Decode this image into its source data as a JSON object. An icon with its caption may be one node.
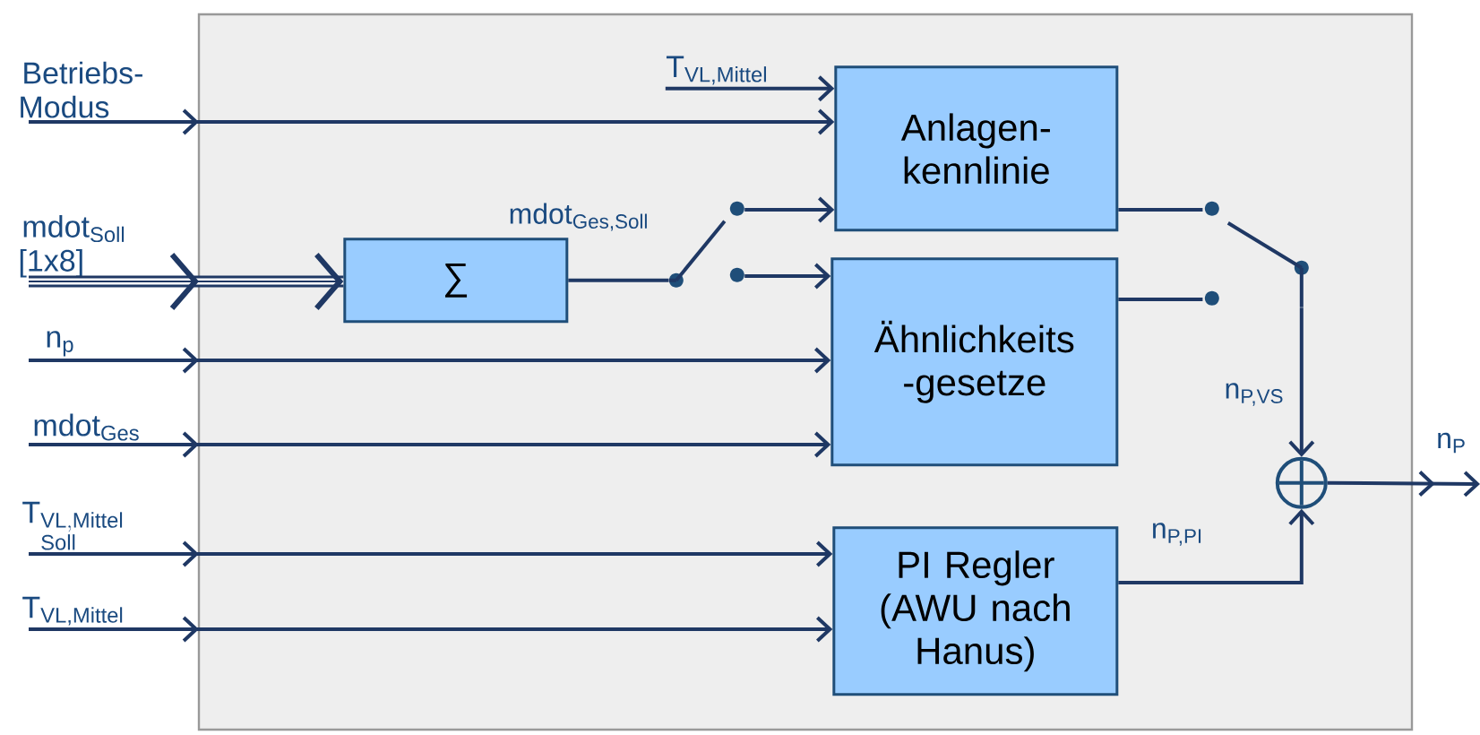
{
  "diagram": {
    "nodes": [
      {
        "text": [],
        "shape": "box"
      },
      {
        "text": [
          "Betriebs- Modus"
        ]
      },
      {
        "text": [
          "mdot$_{Soll}$ [1x8]"
        ]
      },
      {
        "text": [
          "n$_{p}$"
        ]
      },
      {
        "text": [
          "mdot$_{Ges}$"
        ]
      },
      {
        "text": [
          "\\mathrm{T}_{\\begin{subarray}{l}\\mathrm{VL,Mittel}\\\\\\mathrm{Soll}\\end{subarray}}"
        ]
      },
      {
        "text": [
          "T$_{VL,Mittel}$"
        ]
      },
      {
        "text": [
          "T$_{VL,Mittel}$"
        ],
        "in": 0
      },
      {
        "text": [
          "∑"
        ],
        "in": 0
      },
      {
        "text": [
          "Anlagen- kennlinie"
        ],
        "in": 0
      },
      {
        "text": [
          "Ähnlichkeits -gesetze"
        ],
        "in": 0
      },
      {
        "text": [
          "PI Regler (AWU nach Hanus)"
        ],
        "in": 0
      },
      {
        "text": [],
        "shape": "circle",
        "in": 0
      },
      {
        "text": [],
        "shape": "switch",
        "in": 0
      },
      {
        "text": [],
        "shape": "switch",
        "in": 0
      }
    ],
    "edges": [
      {
        "from": 1,
        "to": 9,
        "arrow": "to"
      },
      {
        "from": 2,
        "to": 8,
        "arrow": "to",
        "style": "thick"
      },
      {
        "from": 3,
        "to": 10,
        "arrow": "to"
      },
      {
        "from": 4,
        "to": 10,
        "arrow": "to"
      },
      {
        "from": 5,
        "to": 11,
        "arrow": "to"
      },
      {
        "from": 6,
        "to": 11,
        "arrow": "to"
      },
      {
        "from": 7,
        "to": 9,
        "arrow": "to"
      },
      {
        "from": 8,
        "to": 13,
        "arrow": "none",
        "label": "mdot$_{Ges,Soll}$"
      },
      {
        "from": 13,
        "to": 9,
        "arrow": "to"
      },
      {
        "from": 13,
        "to": 10,
        "arrow": "to"
      },
      {
        "from": 9,
        "to": 14,
        "arrow": "none"
      },
      {
        "from": 10,
        "to": 14,
        "arrow": "none"
      },
      {
        "from": 14,
        "to": 12,
        "arrow": "to",
        "label": "n$_{P,VS}$"
      },
      {
        "from": 11,
        "to": 12,
        "arrow": "to",
        "label": "n$_{P,PI}$"
      },
      {
        "from": 12,
        "to": null,
        "arrow": "to",
        "label": "n$_{P}$"
      }
    ]
  }
}
